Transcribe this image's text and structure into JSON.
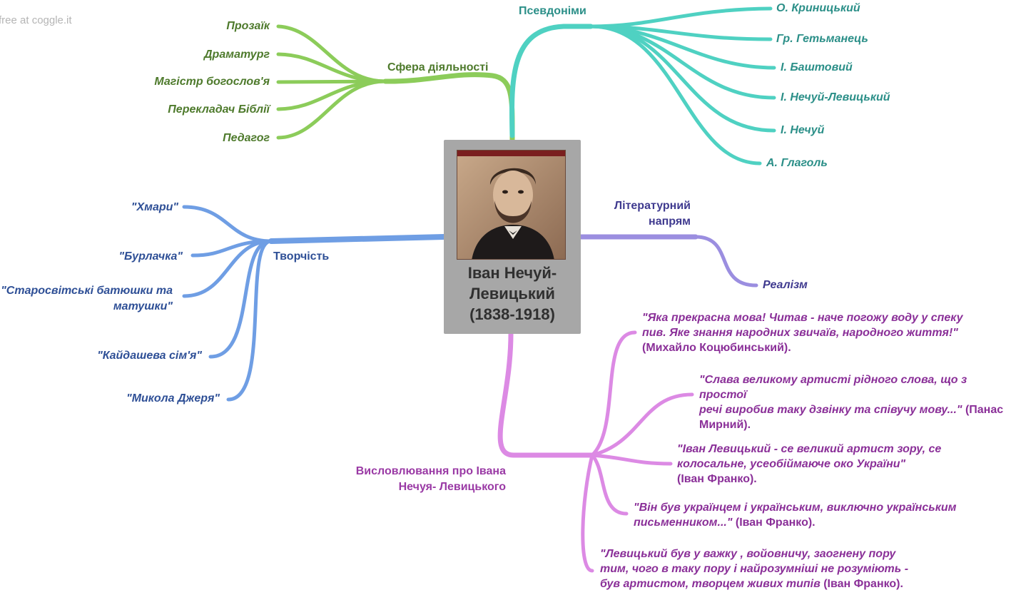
{
  "watermark": "free at coggle.it",
  "center": {
    "title_lines": [
      "Іван Нечуй-",
      "Левицький",
      "(1838-1918)"
    ]
  },
  "branches": {
    "activity": {
      "label": "Сфера діяльності",
      "color": "#8ccc5a",
      "items": [
        "Прозаїк",
        "Драматург",
        "Магістр богослов'я",
        "Перекладач Біблії",
        "Педагог"
      ]
    },
    "pseudonyms": {
      "label": "Псевдоніми",
      "color": "#4fd1c2",
      "items": [
        "О. Криницький",
        "Гр. Гетьманець",
        "І. Баштовий",
        "І. Нечуй-Левицький",
        "І. Нечуй",
        "А. Глаголь"
      ]
    },
    "works": {
      "label": "Творчість",
      "color": "#6f9ee4",
      "items": [
        "\"Хмари\"",
        "\"Бурлачка\"",
        "\"Старосвітські батюшки та",
        "матушки\"",
        "\"Кайдашева сім'я\"",
        "\"Микола Джеря\""
      ]
    },
    "literary": {
      "label_lines": [
        "Літературний",
        "напрям"
      ],
      "color": "#9b8ee0",
      "items": [
        "Реалізм"
      ]
    },
    "quotes": {
      "label_lines": [
        "Висловлювання про Івана",
        "Нечуя- Левицького"
      ],
      "color": "#dc8ae4",
      "items": [
        {
          "quote": [
            "\"Яка прекрасна мова! Читав - наче погожу воду у спеку",
            "пив. Яке знання народних звичаїв, народного життя!\""
          ],
          "author": "(Михайло Коцюбинський)."
        },
        {
          "quote": [
            "\"Слава великому артисті рідного слова, що з простої",
            "речі виробив таку дзвінку та співучу мову...\""
          ],
          "author_inline": " (Панас",
          "author": "Мирний)."
        },
        {
          "quote": [
            "\"Іван Левицький - се великий артист зору, се",
            "колосальне, усеобіймаюче око України\""
          ],
          "author": "(Іван Франко)."
        },
        {
          "quote": [
            "\"Він був українцем і українським, виключно українським",
            "письменником...\""
          ],
          "author_inline": " (Іван Франко).",
          "author": ""
        },
        {
          "quote": [
            "\"Левицький був у важку , войовничу, заогнену пору",
            "тим, чого в таку пору і найрозумніші не розуміють -",
            "був артистом, творцем живих типів"
          ],
          "author_inline": " (Іван Франко).",
          "author": ""
        }
      ]
    }
  }
}
